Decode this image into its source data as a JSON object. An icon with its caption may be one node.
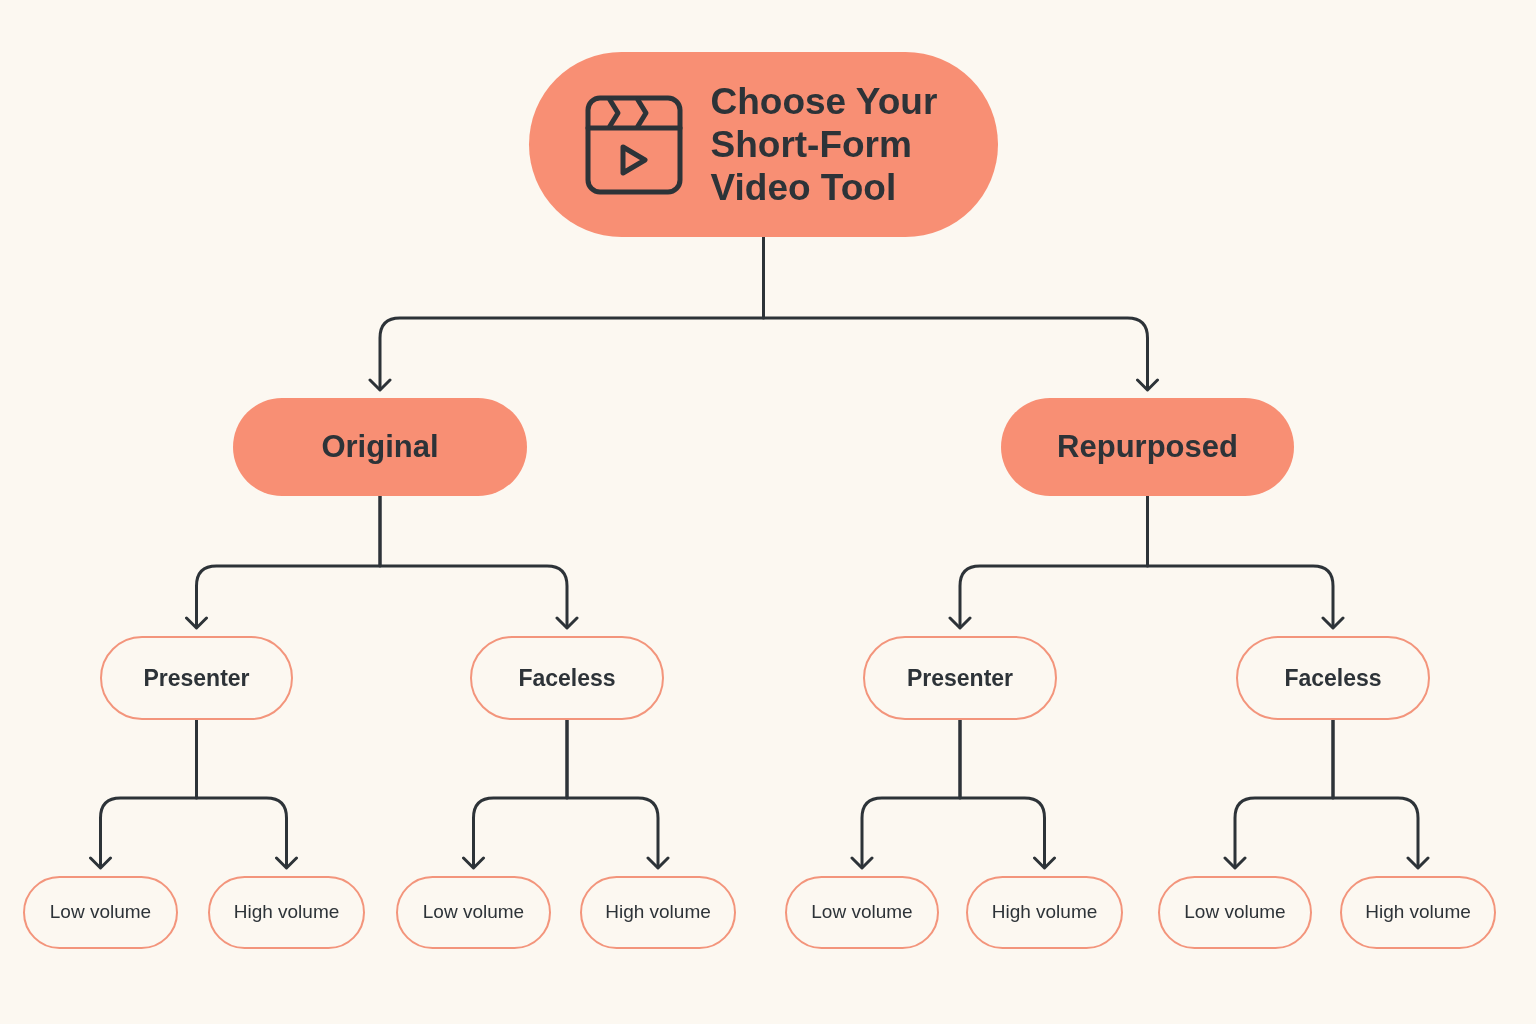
{
  "diagram": {
    "nodes": [
      {
        "text": [
          "Choose Your Short-Form Video Tool"
        ]
      },
      {
        "text": [
          "Original"
        ]
      },
      {
        "text": [
          "Repurposed"
        ]
      },
      {
        "text": [
          "Presenter"
        ]
      },
      {
        "text": [
          "Faceless"
        ]
      },
      {
        "text": [
          "Presenter"
        ]
      },
      {
        "text": [
          "Faceless"
        ]
      },
      {
        "text": [
          "Low volume"
        ]
      },
      {
        "text": [
          "High volume"
        ]
      },
      {
        "text": [
          "Low volume"
        ]
      },
      {
        "text": [
          "High volume"
        ]
      },
      {
        "text": [
          "Low volume"
        ]
      },
      {
        "text": [
          "High volume"
        ]
      },
      {
        "text": [
          "Low volume"
        ]
      },
      {
        "text": [
          "High volume"
        ]
      }
    ],
    "edges": [
      {
        "from": 0,
        "to": 1,
        "arrow": "to"
      },
      {
        "from": 0,
        "to": 2,
        "arrow": "to"
      },
      {
        "from": 1,
        "to": 3,
        "arrow": "to"
      },
      {
        "from": 1,
        "to": 4,
        "arrow": "to"
      },
      {
        "from": 2,
        "to": 5,
        "arrow": "to"
      },
      {
        "from": 2,
        "to": 6,
        "arrow": "to"
      },
      {
        "from": 3,
        "to": 7,
        "arrow": "to"
      },
      {
        "from": 3,
        "to": 8,
        "arrow": "to"
      },
      {
        "from": 4,
        "to": 9,
        "arrow": "to"
      },
      {
        "from": 4,
        "to": 10,
        "arrow": "to"
      },
      {
        "from": 5,
        "to": 11,
        "arrow": "to"
      },
      {
        "from": 5,
        "to": 12,
        "arrow": "to"
      },
      {
        "from": 6,
        "to": 13,
        "arrow": "to"
      },
      {
        "from": 6,
        "to": 14,
        "arrow": "to"
      }
    ]
  }
}
